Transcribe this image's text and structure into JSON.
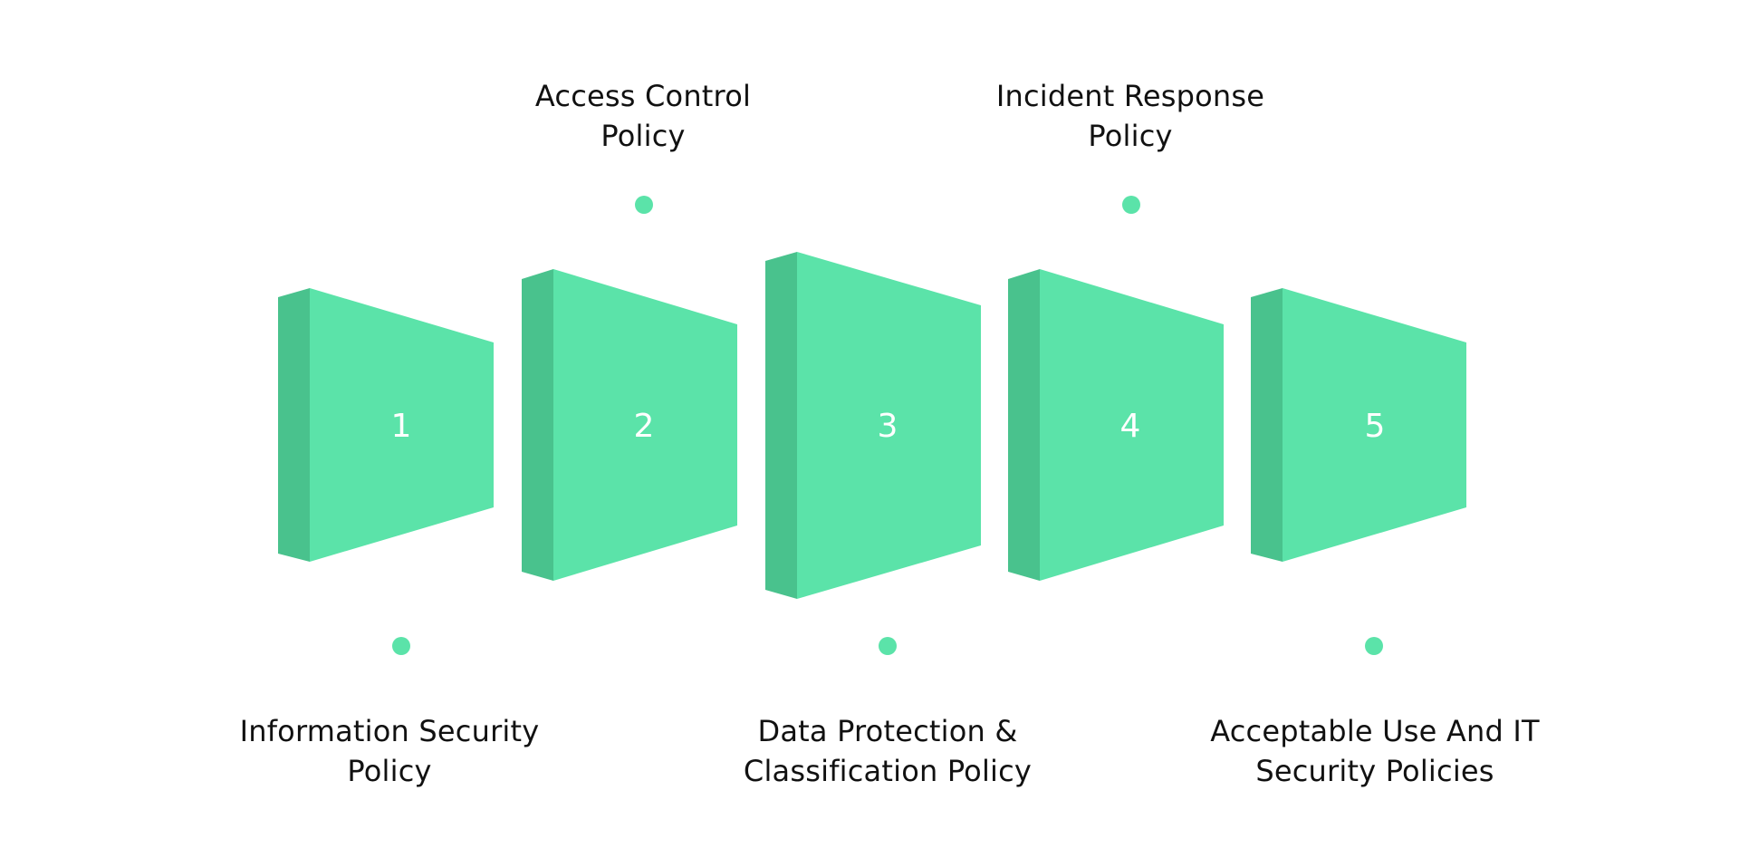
{
  "colors": {
    "front": "#5BE3A9",
    "side": "#49C28D",
    "dot": "#5BE3A9",
    "text": "#111111",
    "number": "#ffffff"
  },
  "steps": [
    {
      "number": "1",
      "label_line1": "Information Security",
      "label_line2": "Policy"
    },
    {
      "number": "2",
      "label_line1": "Access Control",
      "label_line2": "Policy"
    },
    {
      "number": "3",
      "label_line1": "Data Protection &",
      "label_line2": "Classification Policy"
    },
    {
      "number": "4",
      "label_line1": "Incident Response",
      "label_line2": "Policy"
    },
    {
      "number": "5",
      "label_line1": "Acceptable Use And IT",
      "label_line2": "Security Policies"
    }
  ]
}
